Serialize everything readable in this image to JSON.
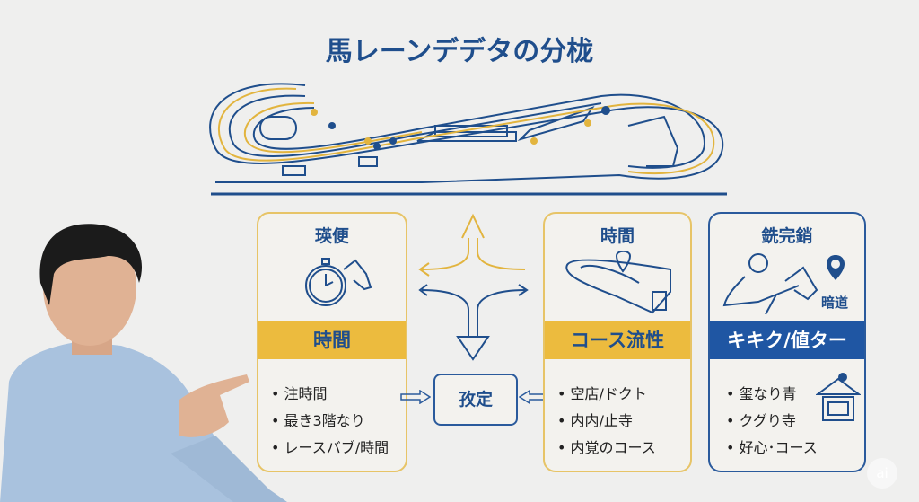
{
  "title": "馬レーンデデタの分栊",
  "cards": [
    {
      "heading": "瑛便",
      "band": "時間",
      "items": [
        "注時間",
        "最き3階なり",
        "レースバブ/時間"
      ]
    },
    {
      "heading": "時間",
      "band": "コース流性",
      "items": [
        "空店/ドクト",
        "内内/止寺",
        "内覚のコース"
      ]
    },
    {
      "heading": "銑完銷",
      "pin_label": "暗道",
      "band": "キキク/値ター",
      "items": [
        "玺なり青",
        "クグり寺",
        "好心･コース"
      ]
    }
  ],
  "decision": "孜定",
  "badge": "ai",
  "colors": {
    "navy": "#1f4e8c",
    "yellow": "#ecbb3e",
    "blue": "#1f56a3"
  }
}
